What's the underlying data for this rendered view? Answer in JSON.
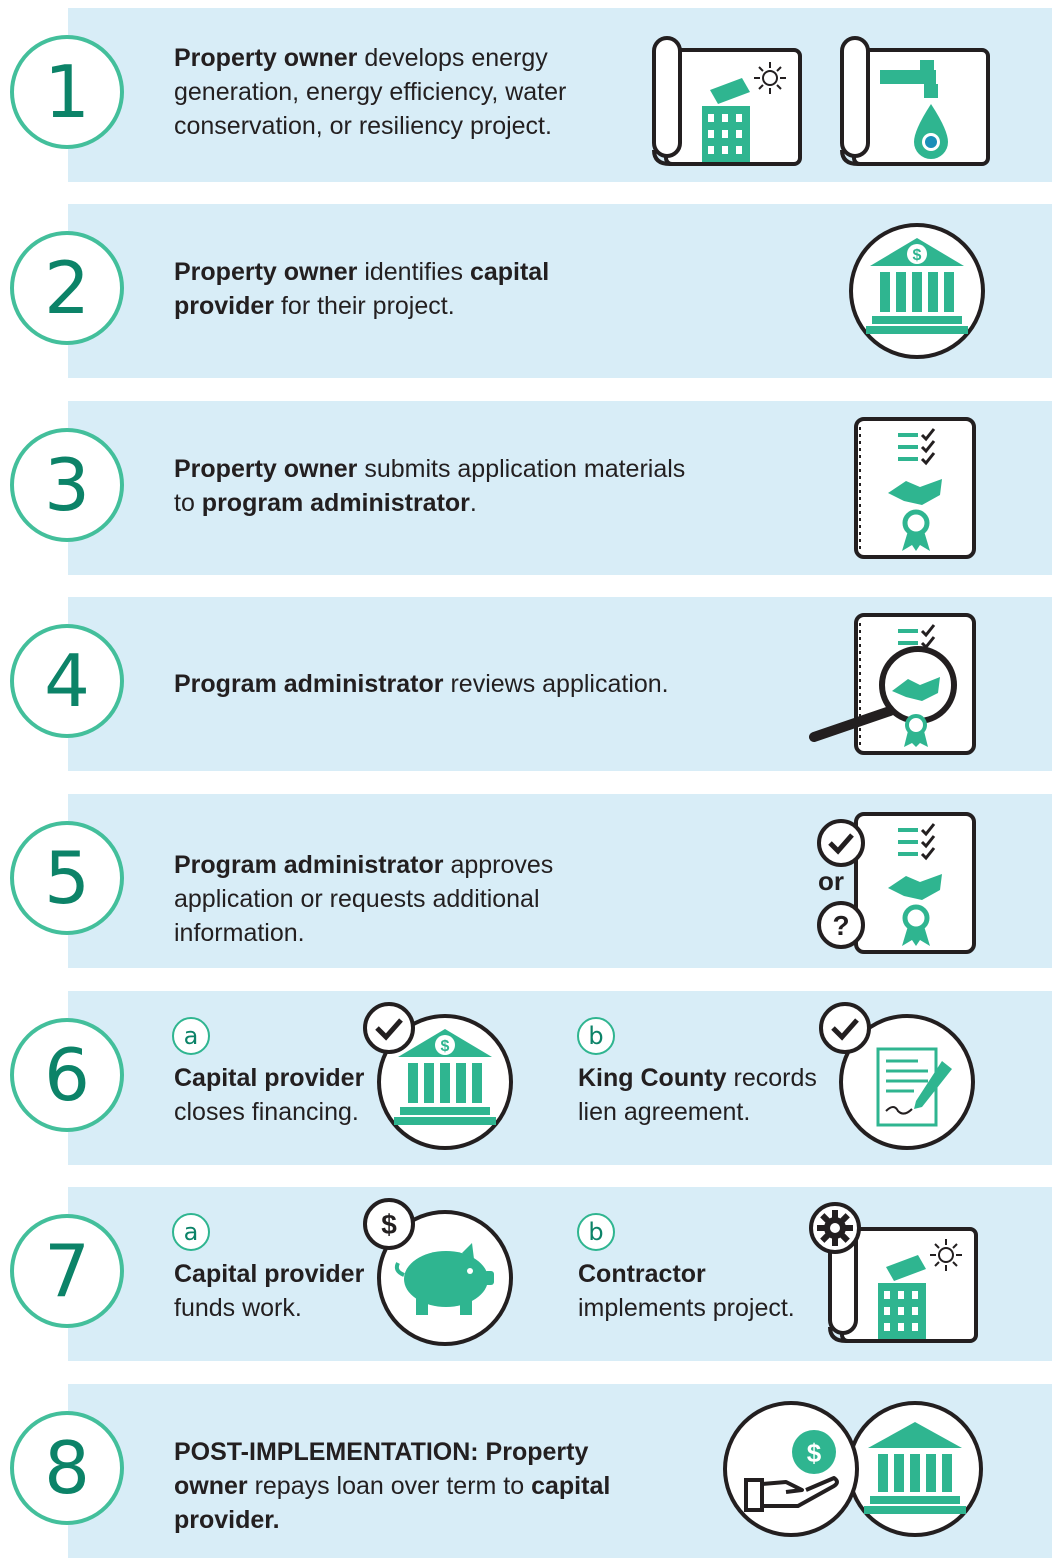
{
  "colors": {
    "band": "#d8edf7",
    "accent": "#2fb590",
    "dark_accent": "#0c8368",
    "ink": "#231f20"
  },
  "steps": [
    {
      "number": "1",
      "parts": [
        "Property owner",
        " develops energy generation, energy efficiency, water conservation, or resiliency project."
      ],
      "icons": [
        "blueprint-solar-building-icon",
        "blueprint-water-faucet-icon"
      ]
    },
    {
      "number": "2",
      "parts": [
        "Property owner",
        " identifies ",
        "capital provider",
        " for their project."
      ],
      "icons": [
        "bank-icon"
      ]
    },
    {
      "number": "3",
      "parts": [
        "Property owner",
        " submits application materials to ",
        "program administrator",
        "."
      ],
      "icons": [
        "application-document-icon"
      ]
    },
    {
      "number": "4",
      "parts": [
        "Program administrator",
        " reviews application."
      ],
      "icons": [
        "magnifier-review-icon"
      ]
    },
    {
      "number": "5",
      "parts": [
        "Program administrator",
        " approves application or requests additional information."
      ],
      "or_label": "or",
      "icons": [
        "check-icon",
        "question-icon",
        "application-document-icon"
      ]
    },
    {
      "number": "6",
      "a": {
        "letter": "a",
        "bold": "Capital provider",
        "rest": "closes financing.",
        "icons": [
          "check-icon",
          "bank-icon"
        ]
      },
      "b": {
        "letter": "b",
        "bold": "King County",
        "rest1": " records",
        "rest2": "lien agreement.",
        "icons": [
          "check-icon",
          "signed-document-icon"
        ]
      }
    },
    {
      "number": "7",
      "a": {
        "letter": "a",
        "bold": "Capital provider",
        "rest": "funds work.",
        "icons": [
          "dollar-icon",
          "piggy-bank-icon"
        ]
      },
      "b": {
        "letter": "b",
        "bold": "Contractor",
        "rest": "implements project.",
        "icons": [
          "gear-icon",
          "blueprint-solar-building-icon"
        ]
      }
    },
    {
      "number": "8",
      "parts": [
        "POST-IMPLEMENTATION: Property owner",
        " repays loan over term to ",
        "capital provider."
      ],
      "icons": [
        "hand-dollar-icon",
        "bank-icon"
      ]
    }
  ]
}
